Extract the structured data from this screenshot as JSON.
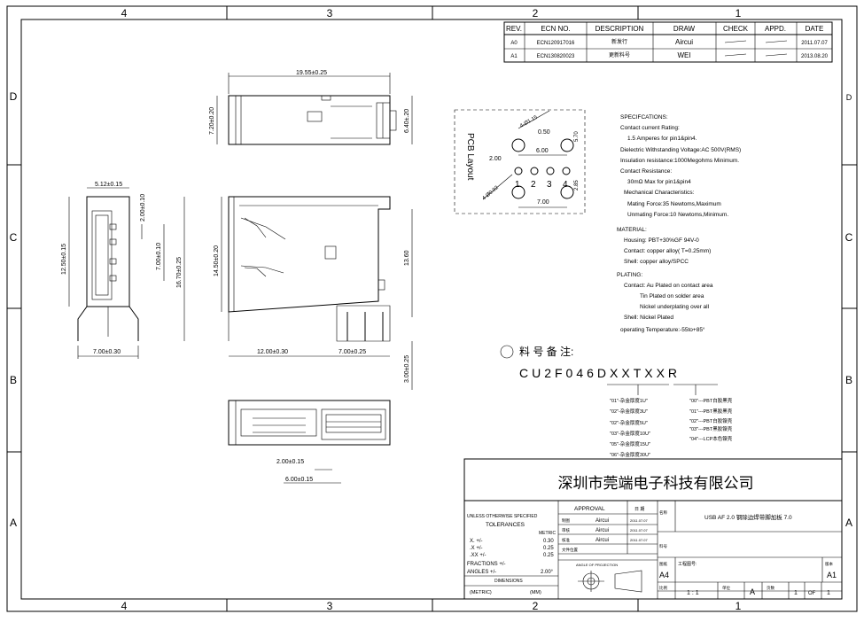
{
  "zones": {
    "columns": [
      "4",
      "3",
      "2",
      "1"
    ],
    "rows": [
      "D",
      "C",
      "B",
      "A"
    ]
  },
  "revision_table": {
    "headers": [
      "REV.",
      "ECN NO.",
      "DESCRIPTION",
      "DRAW",
      "CHECK",
      "APPD.",
      "DATE"
    ],
    "rows": [
      [
        "A0",
        "ECN120917016",
        "新发行",
        "Aircui",
        "",
        "",
        "2011.07.07"
      ],
      [
        "A1",
        "ECN130820023",
        "更新料号",
        "WEI",
        "",
        "",
        "2013.08.20"
      ]
    ]
  },
  "dimensions": {
    "top_width": "19.55±0.25",
    "top_left_height": "7.20±0.20",
    "top_right_height": "6.40±.20",
    "front_width": "5.12±0.15",
    "front_pitch_a": "2.00±0.10",
    "front_pitch_b": "7.00±0.10",
    "front_height_outer": "12.50±0.15",
    "front_height_total": "16.70±0.25",
    "front_bottom": "7.00±0.30",
    "side_height": "14.50±0.20",
    "side_inner_height": "13.60",
    "side_bottom_left": "12.00±0.30",
    "side_bottom_right": "7.00±0.25",
    "side_pin": "3.00±0.25",
    "bottom_a": "2.00±0.15",
    "bottom_b": "6.00±0.15"
  },
  "pcb_layout": {
    "title": "PCB Layout",
    "hole_big": "4-Ø1.15",
    "hole_small": "4-Ø0.92",
    "d_050": "0.50",
    "d_600": "6.00",
    "d_200": "2.00",
    "d_700": "7.00",
    "d_570": "5.70",
    "d_285": "2.85",
    "pins": [
      "1",
      "2",
      "3",
      "4"
    ]
  },
  "specs": [
    "SPECIFCATIONS:",
    "Contact current Rating:",
    "1.5 Amperes for pin1&pin4.",
    "Dielectric Withstanding Voltage:AC 500V(RMS)",
    "Insulation resistance:1000Megohms Minimum.",
    "Contact Resistance:",
    "30mΩ Max for pin1&pin4",
    "Mechanical Characteristics:",
    "Mating Force:35 Newtoms,Maximum",
    "Unmating Force:10 Newtoms,Minimum.",
    "MATERIAL:",
    "Housing: PBT+30%GF 94V-0",
    "Contact: copper alloy( T=0.25mm)",
    "Shell: copper alloy/SPCC",
    "PLATING:",
    "Contact: Au Plated on contact area",
    "Tin Plated on solder area",
    "Nickel underplating over all",
    "Shell: Nickel Plated",
    "operating Temperature:-55to+85°"
  ],
  "part_note": {
    "label": "料 号 备 注:",
    "part_number": "CU2F046DXXTXXR",
    "left_options": [
      "\"01\"-杂金厚度1U\"",
      "\"02\"-杂金厚度3U\"",
      "\"02\"-杂金厚度5U\"",
      "\"03\"-杂金厚度10U\"",
      "\"05\"-杂金厚度15U\"",
      "\"06\"-杂金厚度30U\""
    ],
    "right_options": [
      "\"00\"---PBT白胶黑壳",
      "\"01\"---PBT黑胶黑壳",
      "\"02\"---PBT白胶镍壳",
      "\"03\"---PBT黑胶镍壳",
      "\"04\"---LCP本色镍壳"
    ]
  },
  "title_block": {
    "company": "深圳市莞端电子科技有限公司",
    "tolerances_heading": "UNLESS OTHERWISE SPECIFIED",
    "tolerances_title": "TOLERANCES",
    "metric": "METRIC",
    "tol_rows": [
      [
        "X. +/-",
        "0.30"
      ],
      [
        ".X +/-",
        "0.25"
      ],
      [
        ".XX +/-",
        "0.25"
      ]
    ],
    "fractions": "FRACTIONS +/-",
    "angles": "ANGLES +/-",
    "angles_val": "2.00°",
    "dimensions_label": "DIMENSIONS",
    "metric_label": "(METRIC)",
    "mm_label": "(MM)",
    "approval": "APPROVAL",
    "date_hdr": "日 期",
    "approvals": [
      [
        "制图",
        "Aircui",
        "2011.07.07"
      ],
      [
        "审核",
        "Aircui",
        "2011.07.07"
      ],
      [
        "核准",
        "Aircui",
        "2011.07.07"
      ]
    ],
    "file_loc": "文件位置",
    "projection": "ANGLE OF PROJECTION",
    "name_label": "名称",
    "name_value": "USB AF 2.0 钢除边焊带脚加板 7.0",
    "part_label": "料号",
    "size_label": "图纸",
    "size": "A4",
    "drawing_no_label": "工程图号:",
    "version_label": "版本",
    "version": "A1",
    "scale_label": "比例",
    "scale": "1 : 1",
    "unit_label": "单位",
    "unit": "A",
    "page_label": "页数",
    "page": "1",
    "of": "OF",
    "pages": "1"
  }
}
